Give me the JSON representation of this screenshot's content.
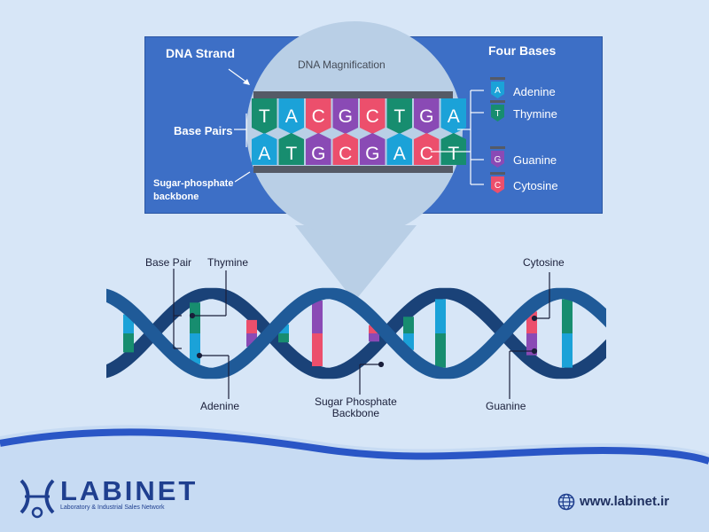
{
  "panel": {
    "dna_strand": "DNA Strand",
    "base_pairs": "Base Pairs",
    "sugar_backbone": "Sugar-phosphate\nbackbone",
    "four_bases_title": "Four Bases"
  },
  "magnifier": {
    "title": "DNA Magnification",
    "top_row": [
      "T",
      "A",
      "C",
      "G",
      "C",
      "T",
      "G",
      "A"
    ],
    "bottom_row": [
      "A",
      "T",
      "G",
      "C",
      "G",
      "A",
      "C",
      "T"
    ]
  },
  "bases": [
    {
      "letter": "A",
      "name": "Adenine",
      "color": "#1ba2d8"
    },
    {
      "letter": "T",
      "name": "Thymine",
      "color": "#178d6f"
    },
    {
      "letter": "G",
      "name": "Guanine",
      "color": "#8a4ab5"
    },
    {
      "letter": "C",
      "name": "Cytosine",
      "color": "#ec4f6c"
    }
  ],
  "helix_labels": {
    "base_pair": "Base Pair",
    "thymine": "Thymine",
    "adenine": "Adenine",
    "sugar_phosphate_backbone": "Sugar Phosphate\nBackbone",
    "cytosine": "Cytosine",
    "guanine": "Guanine"
  },
  "brand": {
    "name": "LABINET",
    "tagline": "Laboratory & Industrial Sales Network",
    "website": "www.labinet.ir"
  },
  "colors": {
    "background": "#d7e6f7",
    "panel": "#3d6fc6",
    "backbone": "#1d4f8a",
    "brand_blue": "#2a56c6"
  }
}
